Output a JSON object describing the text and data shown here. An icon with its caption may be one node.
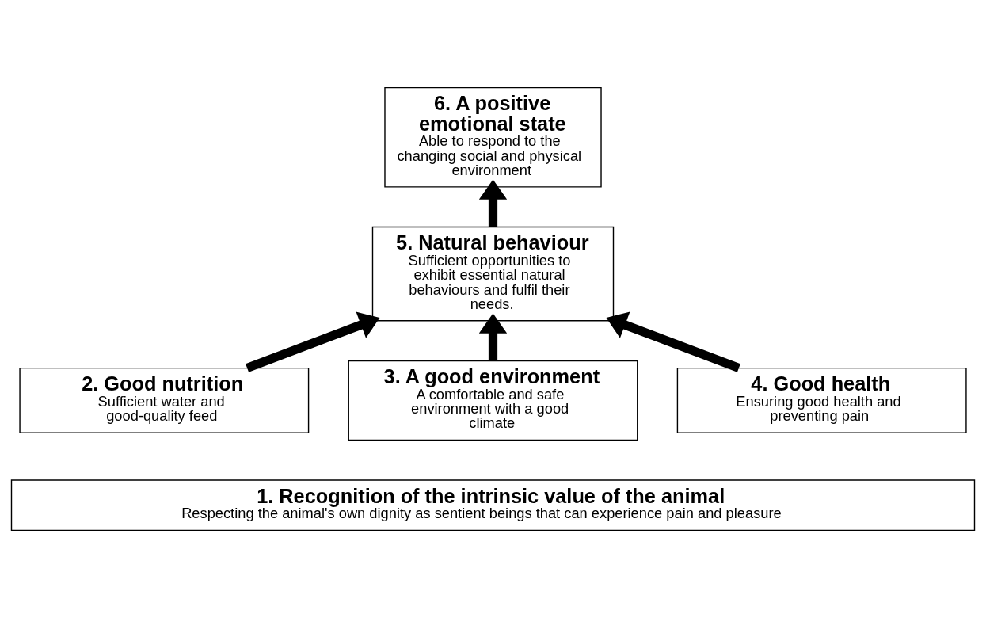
{
  "diagram": {
    "nodes": [
      {
        "text": [
          "6. A positive emotional state",
          "Able to respond to the changing social and physical environment"
        ]
      },
      {
        "text": [
          "5. Natural behaviour",
          "Sufficient opportunities to exhibit essential natural behaviours and fulfil their needs."
        ]
      },
      {
        "text": [
          "2. Good nutrition",
          "Sufficient water and good-quality feed"
        ]
      },
      {
        "text": [
          "3. A good environment",
          "A comfortable and safe environment with a good climate"
        ]
      },
      {
        "text": [
          "4. Good health",
          "Ensuring good health and preventing pain"
        ]
      },
      {
        "text": [
          "1. Recognition of the intrinsic value of the animal",
          "Respecting the animal's own dignity as sentient beings that can experience pain and pleasure"
        ]
      }
    ],
    "edges": [
      {
        "from": 1,
        "to": 0,
        "arrow": "to"
      },
      {
        "from": 2,
        "to": 1,
        "arrow": "to"
      },
      {
        "from": 3,
        "to": 1,
        "arrow": "to"
      },
      {
        "from": 4,
        "to": 1,
        "arrow": "to"
      }
    ]
  }
}
